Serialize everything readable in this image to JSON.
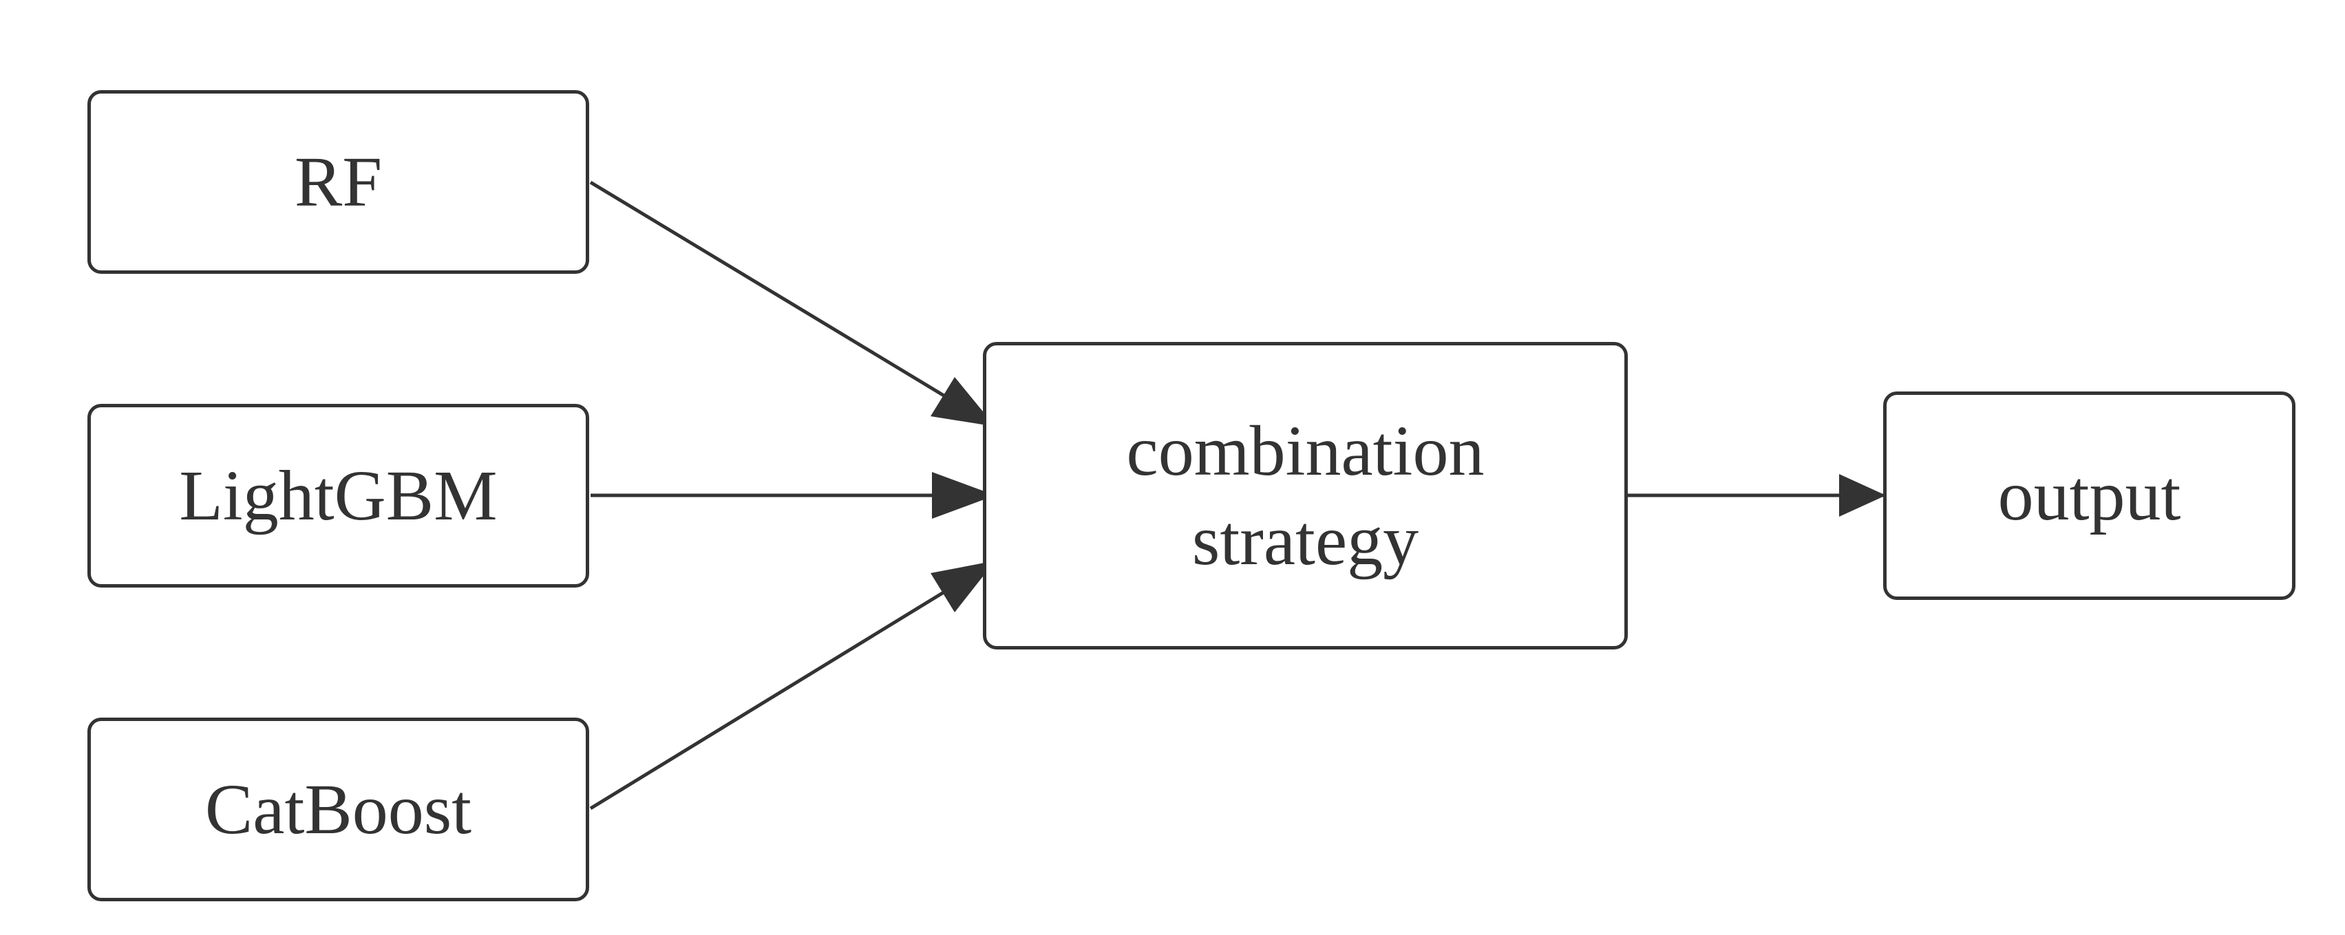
{
  "diagram": {
    "nodes": {
      "rf": {
        "label": "RF"
      },
      "lightgbm": {
        "label": "LightGBM"
      },
      "catboost": {
        "label": "CatBoost"
      },
      "combination": {
        "line1": "combination",
        "line2": "strategy"
      },
      "output": {
        "label": "output"
      }
    },
    "edges": [
      {
        "from": "RF",
        "to": "combination strategy"
      },
      {
        "from": "LightGBM",
        "to": "combination strategy"
      },
      {
        "from": "CatBoost",
        "to": "combination strategy"
      },
      {
        "from": "combination strategy",
        "to": "output"
      }
    ],
    "colors": {
      "stroke": "#333333",
      "background": "#ffffff"
    }
  }
}
